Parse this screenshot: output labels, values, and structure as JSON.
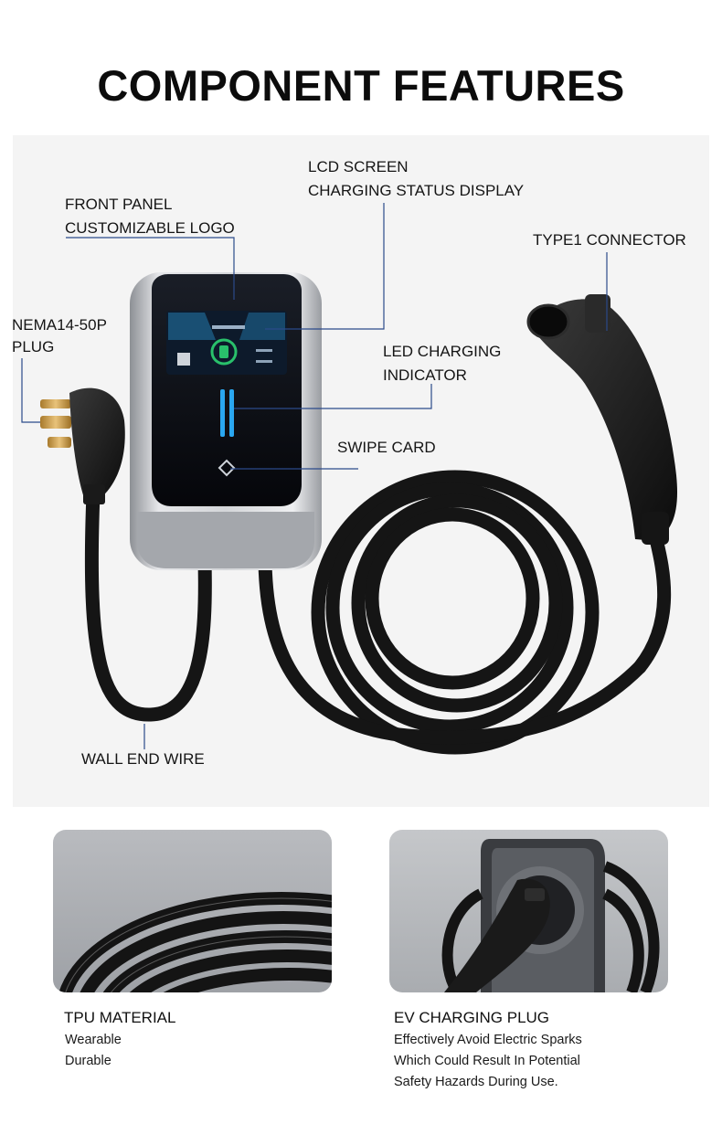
{
  "heading": "COMPONENT FEATURES",
  "callouts": {
    "lcd_line1": "LCD SCREEN",
    "lcd_line2": "CHARGING STATUS DISPLAY",
    "front_line1": "FRONT PANEL",
    "front_line2": "CUSTOMIZABLE LOGO",
    "type1": "TYPE1 CONNECTOR",
    "nema_line1": "NEMA14-50P",
    "nema_line2": "PLUG",
    "led_line1": "LED CHARGING",
    "led_line2": "INDICATOR",
    "swipe": "SWIPE CARD",
    "wall_wire": "WALL END WIRE"
  },
  "features": {
    "tpu": {
      "title": "TPU MATERIAL",
      "lines": [
        "Wearable",
        "Durable"
      ]
    },
    "ev_plug": {
      "title": "EV CHARGING PLUG",
      "lines": [
        "Effectively Avoid Electric Sparks",
        "Which Could Result In Potential",
        "Safety Hazards During Use."
      ]
    }
  },
  "colors": {
    "callout_line": "#2b4a8a",
    "cable": "#141414",
    "screen": "#0b0d12",
    "housing": "#c9cbcf",
    "led": "#2aa7f0"
  }
}
